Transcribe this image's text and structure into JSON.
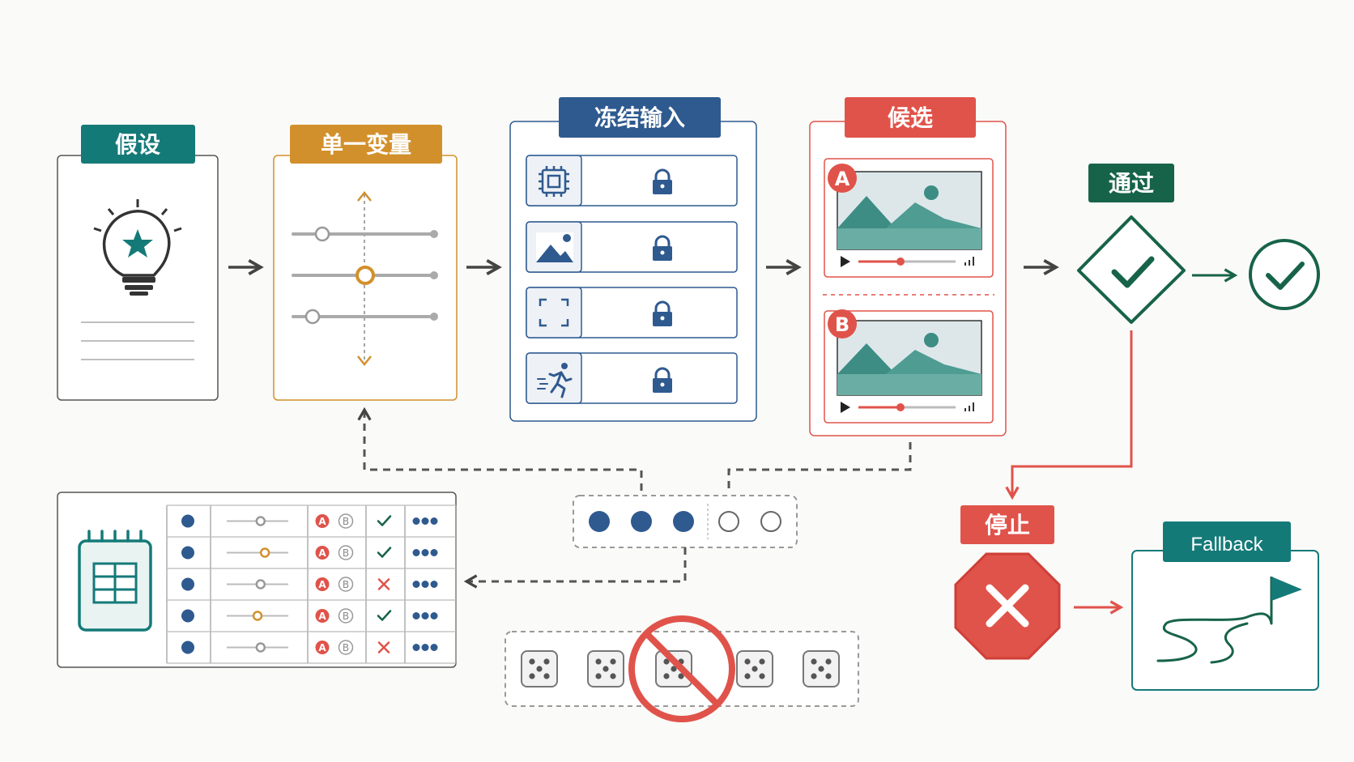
{
  "steps": {
    "hypothesis": {
      "label": "假设",
      "color": "#147a78"
    },
    "single_variable": {
      "label": "单一变量",
      "color": "#d2902c"
    },
    "frozen_inputs": {
      "label": "冻结输入",
      "color": "#2f5a8f"
    },
    "candidates": {
      "label": "候选",
      "color": "#e0534a",
      "variants": [
        "A",
        "B"
      ]
    },
    "pass": {
      "label": "通过",
      "color": "#17634a"
    },
    "stop": {
      "label": "停止",
      "color": "#e0534a"
    },
    "fallback": {
      "label": "Fallback",
      "color": "#147a78"
    }
  },
  "frozen_inputs_items": [
    {
      "icon": "chip-icon",
      "locked": true
    },
    {
      "icon": "image-icon",
      "locked": true
    },
    {
      "icon": "crop-frame-icon",
      "locked": true
    },
    {
      "icon": "running-person-icon",
      "locked": true
    }
  ],
  "log_table": {
    "rows": [
      {
        "pass": true,
        "slider": 0.55,
        "slider_color": "#999999"
      },
      {
        "pass": true,
        "slider": 0.62,
        "slider_color": "#d2902c"
      },
      {
        "pass": false,
        "slider": 0.55,
        "slider_color": "#999999"
      },
      {
        "pass": true,
        "slider": 0.5,
        "slider_color": "#d2902c"
      },
      {
        "pass": false,
        "slider": 0.55,
        "slider_color": "#999999"
      }
    ],
    "variant_labels": [
      "A",
      "B"
    ]
  },
  "progress_dots": {
    "filled": 3,
    "total": 5
  },
  "dice": {
    "count": 5,
    "crossed_out": true
  },
  "colors": {
    "line": "#444444",
    "blue": "#2f5a8f",
    "red": "#e0534a",
    "teal": "#147a78",
    "green": "#17634a",
    "orange": "#d2902c"
  }
}
